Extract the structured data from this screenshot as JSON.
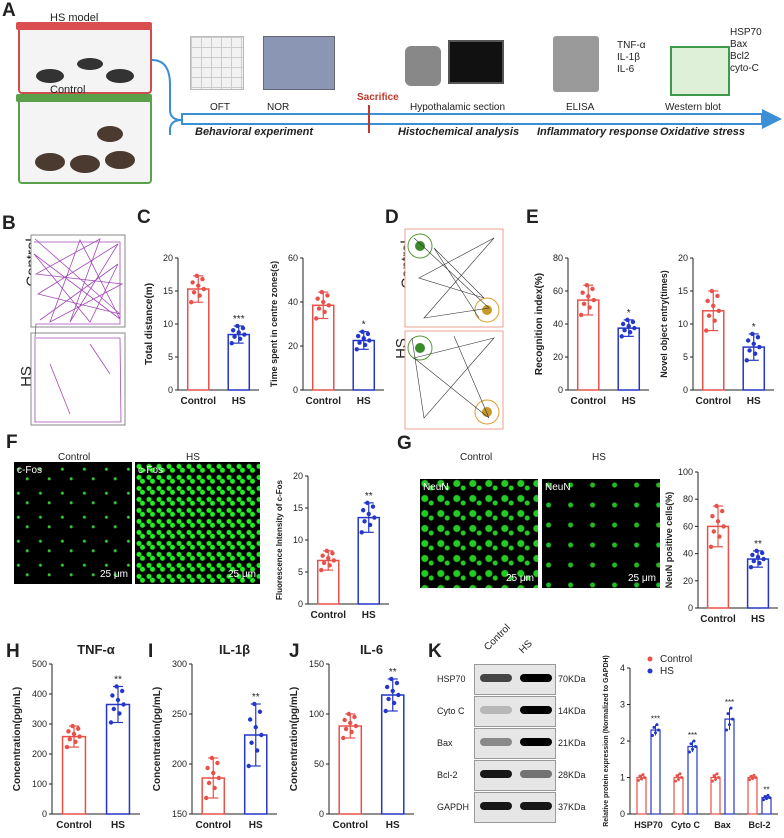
{
  "panelA": {
    "letter": "A",
    "hs_label": "HS model",
    "control_label": "Control",
    "sacrifice": "Sacrifice",
    "icons": {
      "oft": "OFT",
      "nor": "NOR",
      "hypo": "Hypothalamic section",
      "elisa": "ELISA",
      "wb": "Western blot"
    },
    "elisa_markers": [
      "TNF-α",
      "IL-1β",
      "IL-6"
    ],
    "wb_markers": [
      "HSP70",
      "Bax",
      "Bcl2",
      "cyto-C"
    ],
    "stages": [
      "Behavioral experiment",
      "Histochemical analysis",
      "Inflammatory response",
      "Oxidative stress"
    ]
  },
  "letters": {
    "B": "B",
    "C": "C",
    "D": "D",
    "E": "E",
    "F": "F",
    "G": "G",
    "H": "H",
    "I": "I",
    "J": "J",
    "K": "K"
  },
  "groups": {
    "control": "Control",
    "hs": "HS"
  },
  "micro": {
    "cfos": "c-Fos",
    "neun": "NeuN",
    "scale": "25 μm"
  },
  "wb": {
    "lanes": [
      "Control",
      "HS"
    ],
    "rows": [
      {
        "name": "HSP70",
        "kda": "70KDa"
      },
      {
        "name": "Cyto C",
        "kda": "14KDa"
      },
      {
        "name": "Bax",
        "kda": "21KDa"
      },
      {
        "name": "Bcl-2",
        "kda": "28KDa"
      },
      {
        "name": "GAPDH",
        "kda": "37KDa"
      }
    ]
  },
  "colors": {
    "control": "#e8514a",
    "hs": "#2437c8",
    "arrow": "#3a8fd6",
    "sac": "#c0392b"
  },
  "chart_data": [
    {
      "id": "C1",
      "type": "bar",
      "categories": [
        "Control",
        "HS"
      ],
      "values": [
        15.3,
        8.4
      ],
      "errors": [
        2.0,
        1.3
      ],
      "ylabel": "Total distance(m)",
      "ylim": [
        0,
        20
      ],
      "ticks": [
        0,
        5,
        10,
        15,
        20
      ],
      "sig": "***"
    },
    {
      "id": "C2",
      "type": "bar",
      "categories": [
        "Control",
        "HS"
      ],
      "values": [
        38.5,
        22.5
      ],
      "errors": [
        6,
        4
      ],
      "ylabel": "Time spent in centre zones(s)",
      "ylim": [
        0,
        60
      ],
      "ticks": [
        0,
        20,
        40,
        60
      ],
      "sig": "*"
    },
    {
      "id": "E1",
      "type": "bar",
      "categories": [
        "Control",
        "HS"
      ],
      "values": [
        54.5,
        37.5
      ],
      "errors": [
        9,
        5
      ],
      "ylabel": "Recognition index(%)",
      "ylim": [
        0,
        80
      ],
      "ticks": [
        0,
        20,
        40,
        60,
        80
      ],
      "sig": "*"
    },
    {
      "id": "E2",
      "type": "bar",
      "categories": [
        "Control",
        "HS"
      ],
      "values": [
        12,
        6.5
      ],
      "errors": [
        3,
        2
      ],
      "ylabel": "Novel object entry(times)",
      "ylim": [
        0,
        20
      ],
      "ticks": [
        0,
        5,
        10,
        15,
        20
      ],
      "sig": "*"
    },
    {
      "id": "F",
      "type": "bar",
      "categories": [
        "Control",
        "HS"
      ],
      "values": [
        6.8,
        13.5
      ],
      "errors": [
        1.5,
        2.3
      ],
      "ylabel": "Fluorescence Intensity of c-Fos",
      "ylim": [
        0,
        20
      ],
      "ticks": [
        0,
        5,
        10,
        15,
        20
      ],
      "sig": "**"
    },
    {
      "id": "G",
      "type": "bar",
      "categories": [
        "Control",
        "HS"
      ],
      "values": [
        60,
        36
      ],
      "errors": [
        15,
        6
      ],
      "ylabel": "NeuN positive cells(%)",
      "ylim": [
        0,
        100
      ],
      "ticks": [
        0,
        20,
        40,
        60,
        80,
        100
      ],
      "sig": "**"
    },
    {
      "id": "H",
      "type": "bar",
      "title": "TNF-α",
      "categories": [
        "Control",
        "HS"
      ],
      "values": [
        258,
        365
      ],
      "errors": [
        35,
        60
      ],
      "ylabel": "Concentration(pg/mL)",
      "ylim": [
        0,
        500
      ],
      "ticks": [
        0,
        100,
        200,
        300,
        400,
        500
      ],
      "sig": "**"
    },
    {
      "id": "I",
      "type": "bar",
      "title": "IL-1β",
      "categories": [
        "Control",
        "HS"
      ],
      "values": [
        186,
        229
      ],
      "errors": [
        20,
        31
      ],
      "ylabel": "Concentration(pg/mL)",
      "ylim": [
        150,
        300
      ],
      "ticks": [
        150,
        200,
        250,
        300
      ],
      "sig": "**"
    },
    {
      "id": "J",
      "type": "bar",
      "title": "IL-6",
      "categories": [
        "Control",
        "HS"
      ],
      "values": [
        88,
        119
      ],
      "errors": [
        12,
        16
      ],
      "ylabel": "Concentration(pg/mL)",
      "ylim": [
        0,
        150
      ],
      "ticks": [
        0,
        50,
        100,
        150
      ],
      "sig": "**"
    },
    {
      "id": "K",
      "type": "bar",
      "categories": [
        "HSP70",
        "Cyto C",
        "Bax",
        "Bcl-2"
      ],
      "series": [
        {
          "name": "Control",
          "values": [
            1.0,
            1.0,
            1.0,
            1.0
          ],
          "errors": [
            0.08,
            0.1,
            0.1,
            0.06
          ]
        },
        {
          "name": "HS",
          "values": [
            2.3,
            1.85,
            2.6,
            0.45
          ],
          "errors": [
            0.15,
            0.15,
            0.3,
            0.06
          ]
        }
      ],
      "ylabel": "Relative protein expression (Normalized to GAPDH)",
      "ylim": [
        0,
        4
      ],
      "ticks": [
        0,
        1,
        2,
        3,
        4
      ],
      "sig": [
        "***",
        "***",
        "***",
        "**"
      ]
    }
  ]
}
